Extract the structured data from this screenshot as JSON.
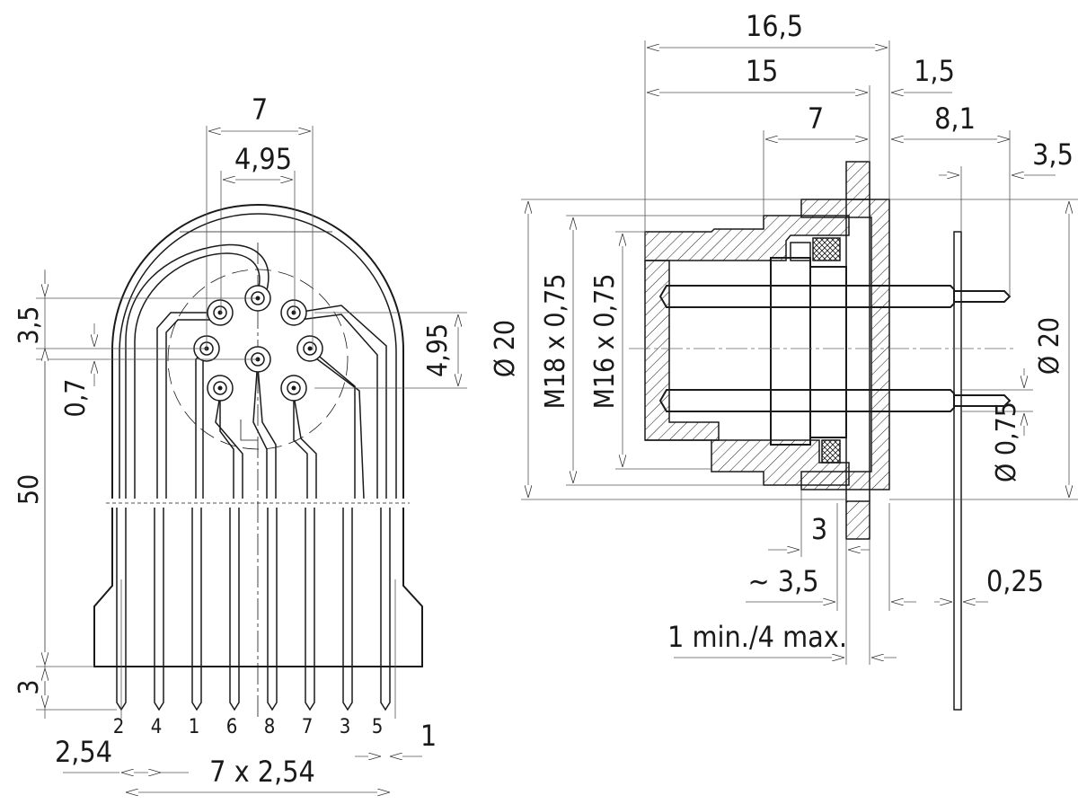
{
  "front_view": {
    "dims": {
      "top_outer": "7",
      "top_inner": "4,95",
      "left_upper": "3,5",
      "left_small": "0,7",
      "right_side": "4,95",
      "left_long": "50",
      "left_bottom": "3",
      "pitch": "2,54",
      "pitch_total": "7 x 2,54",
      "pin_width": "1"
    },
    "pin_numbers": [
      "2",
      "4",
      "1",
      "6",
      "8",
      "7",
      "3",
      "5"
    ]
  },
  "side_view": {
    "dims": {
      "overall": "16,5",
      "body": "15",
      "flange": "1,5",
      "front": "7",
      "pin_len": "8,1",
      "pin_tip": "3,5",
      "dia_left": "Ø 20",
      "thread1": "M18 x 0,75",
      "thread2": "M16 x 0,75",
      "dia_right": "Ø 20",
      "pin_dia": "Ø 0,75",
      "nut": "3",
      "approx": "~ 3,5",
      "panel": "0,25",
      "wall": "1 min./4 max."
    }
  }
}
